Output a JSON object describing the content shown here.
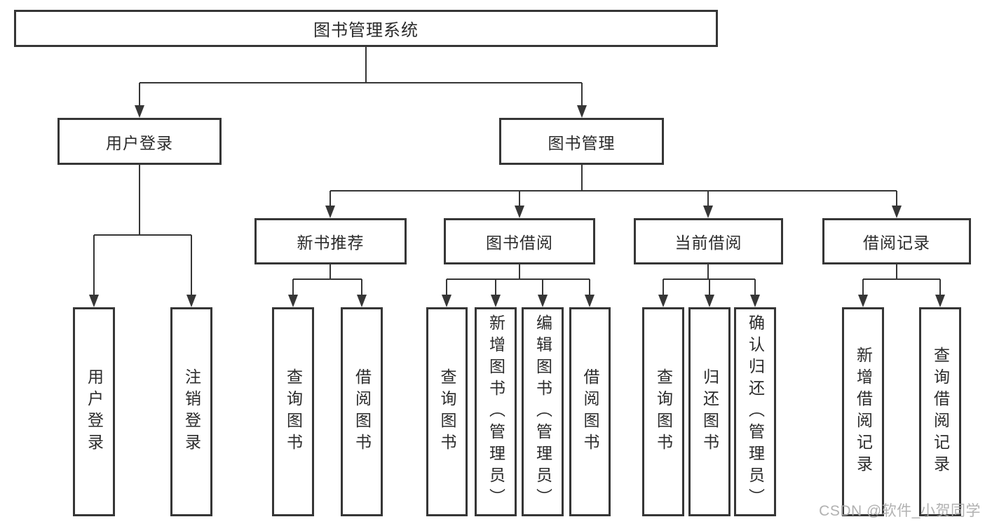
{
  "diagram": {
    "title_node": {
      "label": "图书管理系统"
    },
    "level2": [
      {
        "id": "user-login",
        "label": "用户登录",
        "parent": "图书管理系统"
      },
      {
        "id": "book-management",
        "label": "图书管理",
        "parent": "图书管理系统"
      }
    ],
    "level3": [
      {
        "id": "new-book-recommend",
        "label": "新书推荐",
        "parent": "图书管理"
      },
      {
        "id": "book-borrow",
        "label": "图书借阅",
        "parent": "图书管理"
      },
      {
        "id": "current-borrow",
        "label": "当前借阅",
        "parent": "图书管理"
      },
      {
        "id": "borrow-records",
        "label": "借阅记录",
        "parent": "图书管理"
      }
    ],
    "leaves": [
      {
        "label": "用户登录",
        "parent": "用户登录"
      },
      {
        "label": "注销登录",
        "parent": "用户登录"
      },
      {
        "label": "查询图书",
        "parent": "新书推荐"
      },
      {
        "label": "借阅图书",
        "parent": "新书推荐"
      },
      {
        "label": "查询图书",
        "parent": "图书借阅"
      },
      {
        "label": "新增图书（管理员）",
        "parent": "图书借阅"
      },
      {
        "label": "编辑图书（管理员）",
        "parent": "图书借阅"
      },
      {
        "label": "借阅图书",
        "parent": "图书借阅"
      },
      {
        "label": "查询图书",
        "parent": "当前借阅"
      },
      {
        "label": "归还图书",
        "parent": "当前借阅"
      },
      {
        "label": "确认归还（管理员）",
        "parent": "当前借阅"
      },
      {
        "label": "新增借阅记录",
        "parent": "借阅记录"
      },
      {
        "label": "查询借阅记录",
        "parent": "借阅记录"
      }
    ],
    "watermark": "CSDN @软件_小贺同学",
    "colors": {
      "border": "#363636",
      "connector": "#363636",
      "text": "#2b2b2b",
      "watermark": "#aaaaaa",
      "background": "#ffffff"
    }
  }
}
